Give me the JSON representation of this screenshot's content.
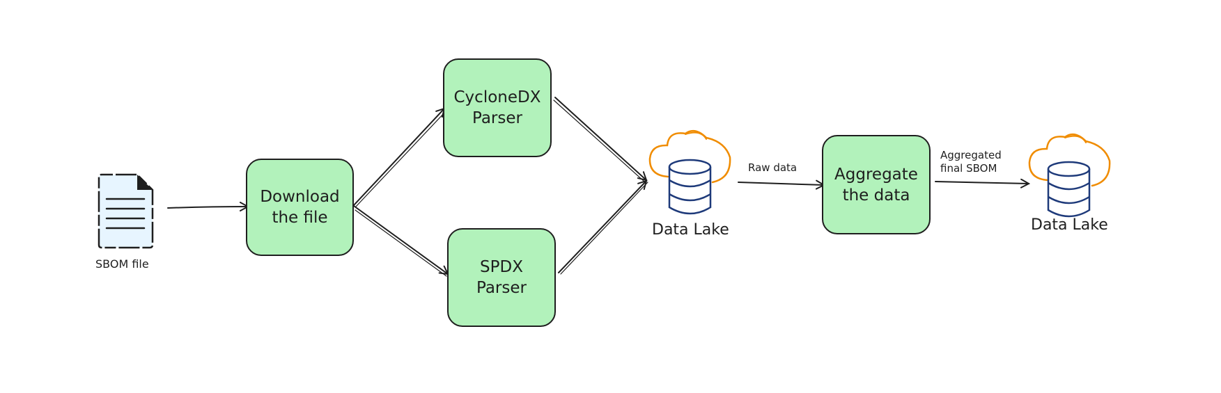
{
  "nodes": {
    "sbom_file": "SBOM file",
    "download": "Download\nthe file",
    "cyclonedx": "CycloneDX\nParser",
    "spdx": "SPDX\nParser",
    "data_lake_1": "Data Lake",
    "aggregate": "Aggregate\nthe data",
    "data_lake_2": "Data Lake"
  },
  "edges": {
    "raw_data": "Raw data",
    "aggregated_final": "Aggregated\nfinal SBOM"
  },
  "colors": {
    "box_fill": "#b2f2bb",
    "stroke": "#1e1e1e",
    "cloud": "#f08c00",
    "database": "#1e3a7a",
    "document_fill": "#e7f5ff"
  }
}
